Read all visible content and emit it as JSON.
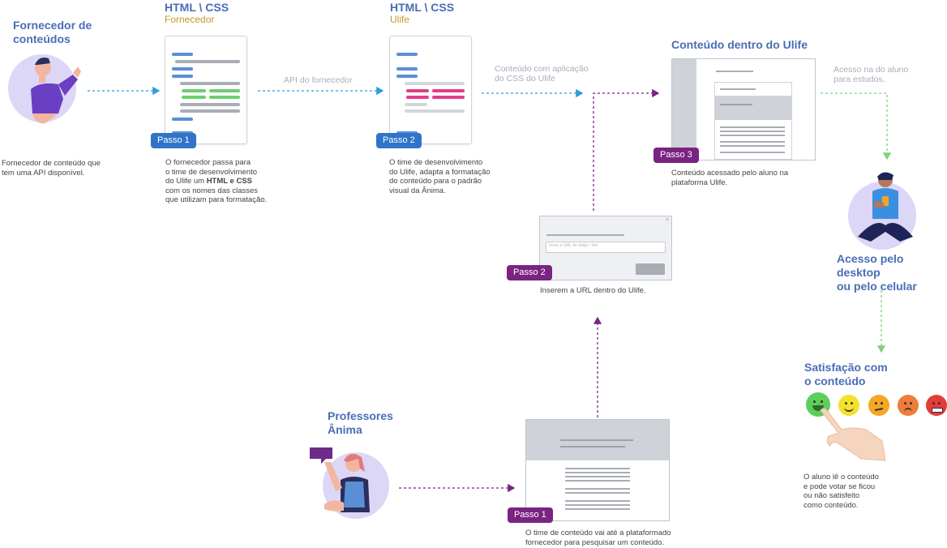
{
  "provider": {
    "title_l1": "Fornecedor de",
    "title_l2": "conteúdos",
    "desc_l1": "Fornecedor de conteúdo que",
    "desc_l2": "tem uma API disponível."
  },
  "step1_provider": {
    "title": "HTML \\ CSS",
    "subtitle": "Fornecedor",
    "badge": "Passo 1",
    "desc_l1": "O fornecedor passa para",
    "desc_l2": "o time de desenvolvimento",
    "desc_l3_pre": "do Ulife um ",
    "desc_l3_bold": "HTML e CSS",
    "desc_l4": "com os nomes das classes",
    "desc_l5": "que utilizam para formatação."
  },
  "api_label": "API do fornecedor",
  "step2_ulife": {
    "title": "HTML \\ CSS",
    "subtitle": "Ulife",
    "badge": "Passo 2",
    "desc_l1": "O time de desenvolvimento",
    "desc_l2": "do Ulife, adapta a formatação",
    "desc_l3": "do conteúdo para o padrão",
    "desc_l4": "visual da Ânima."
  },
  "css_label": {
    "l1": "Conteúdo com aplicação",
    "l2": "do CSS do Ulife"
  },
  "step3": {
    "title": "Conteúdo dentro do Ulife",
    "badge": "Passo 3",
    "desc_l1": "Conteúdo acessado pelo aluno na",
    "desc_l2": "plataforma Ulife."
  },
  "access_label": {
    "l1": "Acesso na do aluno",
    "l2": "para estudos."
  },
  "student": {
    "title_l1": "Acesso pelo desktop",
    "title_l2": "ou pelo celular"
  },
  "url_step": {
    "badge": "Passo 2",
    "input_placeholder": "Insira a URL do artigo / link",
    "desc": "Inserem a URL dentro do Ulife."
  },
  "teachers": {
    "title_l1": "Professores",
    "title_l2": "Ânima"
  },
  "search_step": {
    "badge": "Passo 1",
    "desc_l1": "O time de conteúdo vai até a plataformado",
    "desc_l2": "fornecedor para pesquisar um conteúdo."
  },
  "satisfaction": {
    "title_l1": "Satisfação com",
    "title_l2": "o conteúdo",
    "desc_l1": "O aluno lê o conteúdo",
    "desc_l2": "e pode votar se ficou",
    "desc_l3": "ou não satisfeito",
    "desc_l4": "como conteúdo.",
    "faces": [
      "very-satisfied",
      "satisfied",
      "neutral",
      "unsatisfied",
      "very-unsatisfied"
    ]
  },
  "colors": {
    "heading_blue": "#4a6db5",
    "gold": "#c8962e",
    "badge_blue": "#3173c9",
    "badge_purple": "#7a2382",
    "arrow_blue": "#2f9be0",
    "arrow_purple": "#7a2382",
    "arrow_green": "#7ed07a",
    "avatar_bg": "#dcd6f7"
  }
}
